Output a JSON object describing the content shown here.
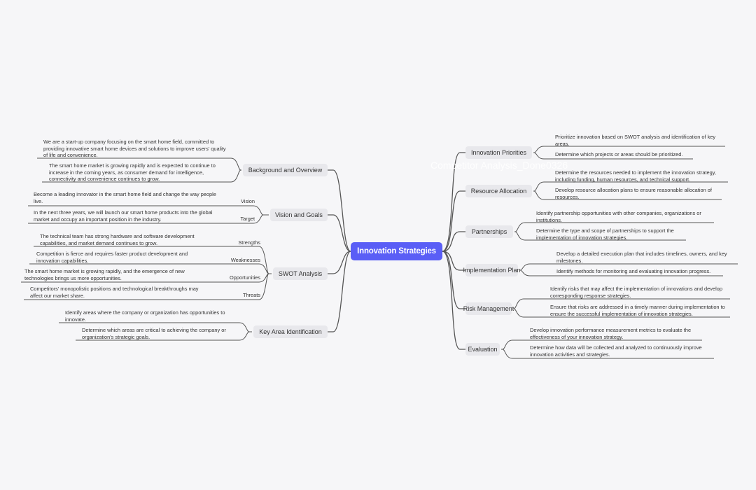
{
  "center": {
    "label": "Innovation Strategies",
    "color": "#5a5ef6"
  },
  "watermark": "Competitor Analysis_Done0326",
  "left_branches": [
    {
      "label": "Background and Overview",
      "leaves": [
        {
          "text": "We are a start-up company focusing on the smart home field, committed to providing innovative smart home devices and solutions to improve users' quality of life and convenience."
        },
        {
          "text": "The smart home market is growing rapidly and is expected to continue to increase in the coming years, as consumer demand for intelligence, connectivity and convenience continues to grow."
        }
      ]
    },
    {
      "label": "Vision and Goals",
      "leaves": [
        {
          "text": "Become a leading innovator in the smart home field and change the way people live.",
          "tag": "Vision"
        },
        {
          "text": "In the next three years, we will launch our smart home products into the global market and occupy an important position in the industry.",
          "tag": "Target"
        }
      ]
    },
    {
      "label": "SWOT Analysis",
      "leaves": [
        {
          "text": "The technical team has strong hardware and software development capabilities, and market demand continues to grow.",
          "tag": "Strengths"
        },
        {
          "text": "Competition is fierce and requires faster product development and innovation capabilities.",
          "tag": "Weaknesses"
        },
        {
          "text": "The smart home market is growing rapidly, and the emergence of new technologies brings us more opportunities.",
          "tag": "Opportunities"
        },
        {
          "text": "Competitors' monopolistic positions and technological breakthroughs may affect our market share.",
          "tag": "Threats"
        }
      ]
    },
    {
      "label": "Key Area Identification",
      "leaves": [
        {
          "text": "Identify areas where the company or organization has opportunities to innovate."
        },
        {
          "text": "Determine which areas are critical to achieving the company or organization's strategic goals."
        }
      ]
    }
  ],
  "right_branches": [
    {
      "label": "Innovation Priorities",
      "leaves": [
        {
          "text": "Prioritize innovation based on SWOT analysis and identification of key areas."
        },
        {
          "text": "Determine which projects or areas should be prioritized."
        }
      ]
    },
    {
      "label": "Resource Allocation",
      "leaves": [
        {
          "text": "Determine the resources needed to implement the innovation strategy, including funding, human resources, and technical support."
        },
        {
          "text": "Develop resource allocation plans to ensure reasonable allocation of resources."
        }
      ]
    },
    {
      "label": "Partnerships",
      "leaves": [
        {
          "text": "Identify partnership opportunities with other companies, organizations or institutions."
        },
        {
          "text": "Determine the type and scope of partnerships to support the implementation of innovation strategies."
        }
      ]
    },
    {
      "label": "Implementation Plan",
      "leaves": [
        {
          "text": "Develop a detailed execution plan that includes timelines, owners, and key milestones."
        },
        {
          "text": "Identify methods for monitoring and evaluating innovation progress."
        }
      ]
    },
    {
      "label": "Risk Management",
      "leaves": [
        {
          "text": "Identify risks that may affect the implementation of innovations and develop corresponding response strategies."
        },
        {
          "text": "Ensure that risks are addressed in a timely manner during implementation to ensure the successful implementation of innovation strategies."
        }
      ]
    },
    {
      "label": "Evaluation",
      "leaves": [
        {
          "text": "Develop innovation performance measurement metrics to evaluate the effectiveness of your innovation strategy."
        },
        {
          "text": "Determine how data will be collected and analyzed to continuously improve innovation activities and strategies."
        }
      ]
    }
  ]
}
